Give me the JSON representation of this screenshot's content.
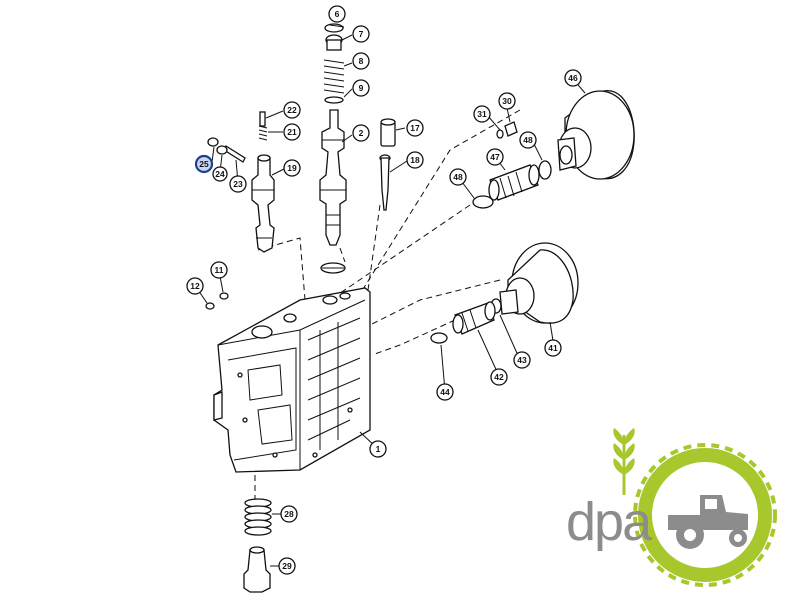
{
  "callouts": [
    {
      "id": "c6",
      "label": "6",
      "highlight": false
    },
    {
      "id": "c7",
      "label": "7",
      "highlight": false
    },
    {
      "id": "c8",
      "label": "8",
      "highlight": false
    },
    {
      "id": "c9",
      "label": "9",
      "highlight": false
    },
    {
      "id": "c22",
      "label": "22",
      "highlight": false
    },
    {
      "id": "c21",
      "label": "21",
      "highlight": false
    },
    {
      "id": "c2",
      "label": "2",
      "highlight": false
    },
    {
      "id": "c17",
      "label": "17",
      "highlight": false
    },
    {
      "id": "c25",
      "label": "25",
      "highlight": true
    },
    {
      "id": "c24",
      "label": "24",
      "highlight": false
    },
    {
      "id": "c23",
      "label": "23",
      "highlight": false
    },
    {
      "id": "c19",
      "label": "19",
      "highlight": false
    },
    {
      "id": "c18",
      "label": "18",
      "highlight": false
    },
    {
      "id": "c31",
      "label": "31",
      "highlight": false
    },
    {
      "id": "c30",
      "label": "30",
      "highlight": false
    },
    {
      "id": "c46",
      "label": "46",
      "highlight": false
    },
    {
      "id": "c48a",
      "label": "48",
      "highlight": false
    },
    {
      "id": "c47",
      "label": "47",
      "highlight": false
    },
    {
      "id": "c48b",
      "label": "48",
      "highlight": false
    },
    {
      "id": "c11",
      "label": "11",
      "highlight": false
    },
    {
      "id": "c12",
      "label": "12",
      "highlight": false
    },
    {
      "id": "c41",
      "label": "41",
      "highlight": false
    },
    {
      "id": "c43",
      "label": "43",
      "highlight": false
    },
    {
      "id": "c42",
      "label": "42",
      "highlight": false
    },
    {
      "id": "c44",
      "label": "44",
      "highlight": false
    },
    {
      "id": "c1",
      "label": "1",
      "highlight": false
    },
    {
      "id": "c28",
      "label": "28",
      "highlight": false
    },
    {
      "id": "c29",
      "label": "29",
      "highlight": false
    }
  ],
  "logo": {
    "text": "dpa",
    "text_color": "#8c8c8c",
    "accent_color": "#a8c72c",
    "icons": [
      "wheat-icon",
      "tractor-icon"
    ]
  },
  "colors": {
    "highlight_fill": "#c9d6f2",
    "highlight_stroke": "#1b3f8c",
    "line": "#111111"
  }
}
